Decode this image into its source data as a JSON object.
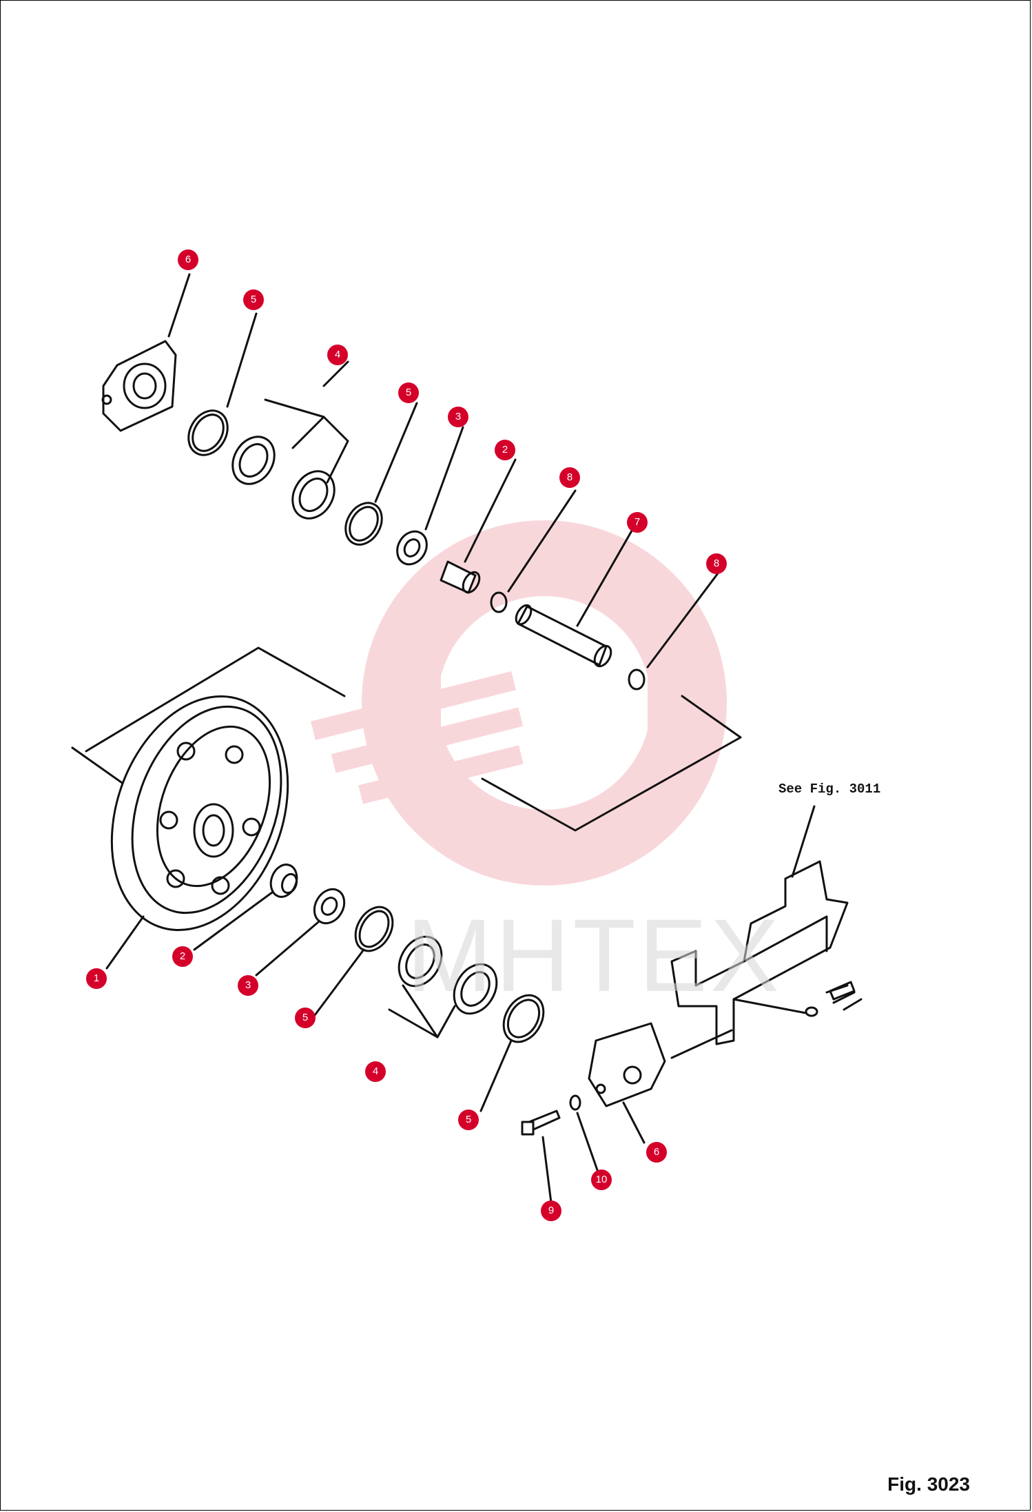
{
  "figure": {
    "see_reference": "See Fig. 3011",
    "figure_label": "Fig. 3023"
  },
  "watermark": {
    "text": "MHTEX"
  },
  "callouts": [
    {
      "id": "c6a",
      "label": "6"
    },
    {
      "id": "c5a",
      "label": "5"
    },
    {
      "id": "c4a",
      "label": "4"
    },
    {
      "id": "c5b",
      "label": "5"
    },
    {
      "id": "c3a",
      "label": "3"
    },
    {
      "id": "c2a",
      "label": "2"
    },
    {
      "id": "c8a",
      "label": "8"
    },
    {
      "id": "c7",
      "label": "7"
    },
    {
      "id": "c8b",
      "label": "8"
    },
    {
      "id": "c1",
      "label": "1"
    },
    {
      "id": "c2b",
      "label": "2"
    },
    {
      "id": "c3b",
      "label": "3"
    },
    {
      "id": "c5c",
      "label": "5"
    },
    {
      "id": "c4b",
      "label": "4"
    },
    {
      "id": "c5d",
      "label": "5"
    },
    {
      "id": "c6b",
      "label": "6"
    },
    {
      "id": "c10",
      "label": "10"
    },
    {
      "id": "c9",
      "label": "9"
    }
  ],
  "colors": {
    "callout": "#d4002a",
    "line": "#111111",
    "watermark_gear": "#f4b7bf"
  },
  "icons": {
    "watermark_logo": "gear-wrench-icon"
  }
}
